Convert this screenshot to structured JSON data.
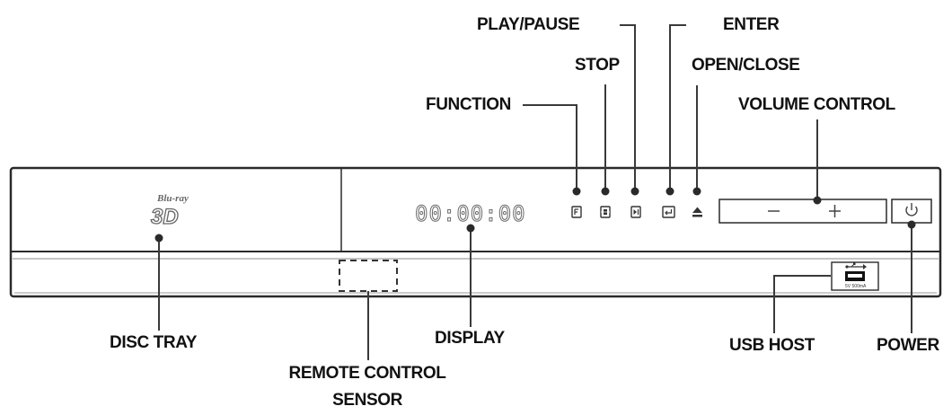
{
  "labels": {
    "play_pause": "PLAY/PAUSE",
    "enter": "ENTER",
    "stop": "STOP",
    "open_close": "OPEN/CLOSE",
    "function": "FUNCTION",
    "volume_control": "VOLUME CONTROL",
    "disc_tray": "DISC TRAY",
    "display": "DISPLAY",
    "remote_sensor_line1": "REMOTE CONTROL",
    "remote_sensor_line2": "SENSOR",
    "usb_host": "USB HOST",
    "power": "POWER"
  },
  "device": {
    "logo_top": "Blu-ray",
    "logo_bottom": "3D",
    "display_text": "00:00:00",
    "volume_minus": "−",
    "volume_plus": "+",
    "usb_caption": "5V 500mA"
  },
  "icons": {
    "function": "function-icon",
    "stop": "stop-icon",
    "play_pause": "play-pause-icon",
    "enter": "enter-icon",
    "eject": "eject-icon",
    "power": "power-icon",
    "usb": "usb-icon"
  }
}
